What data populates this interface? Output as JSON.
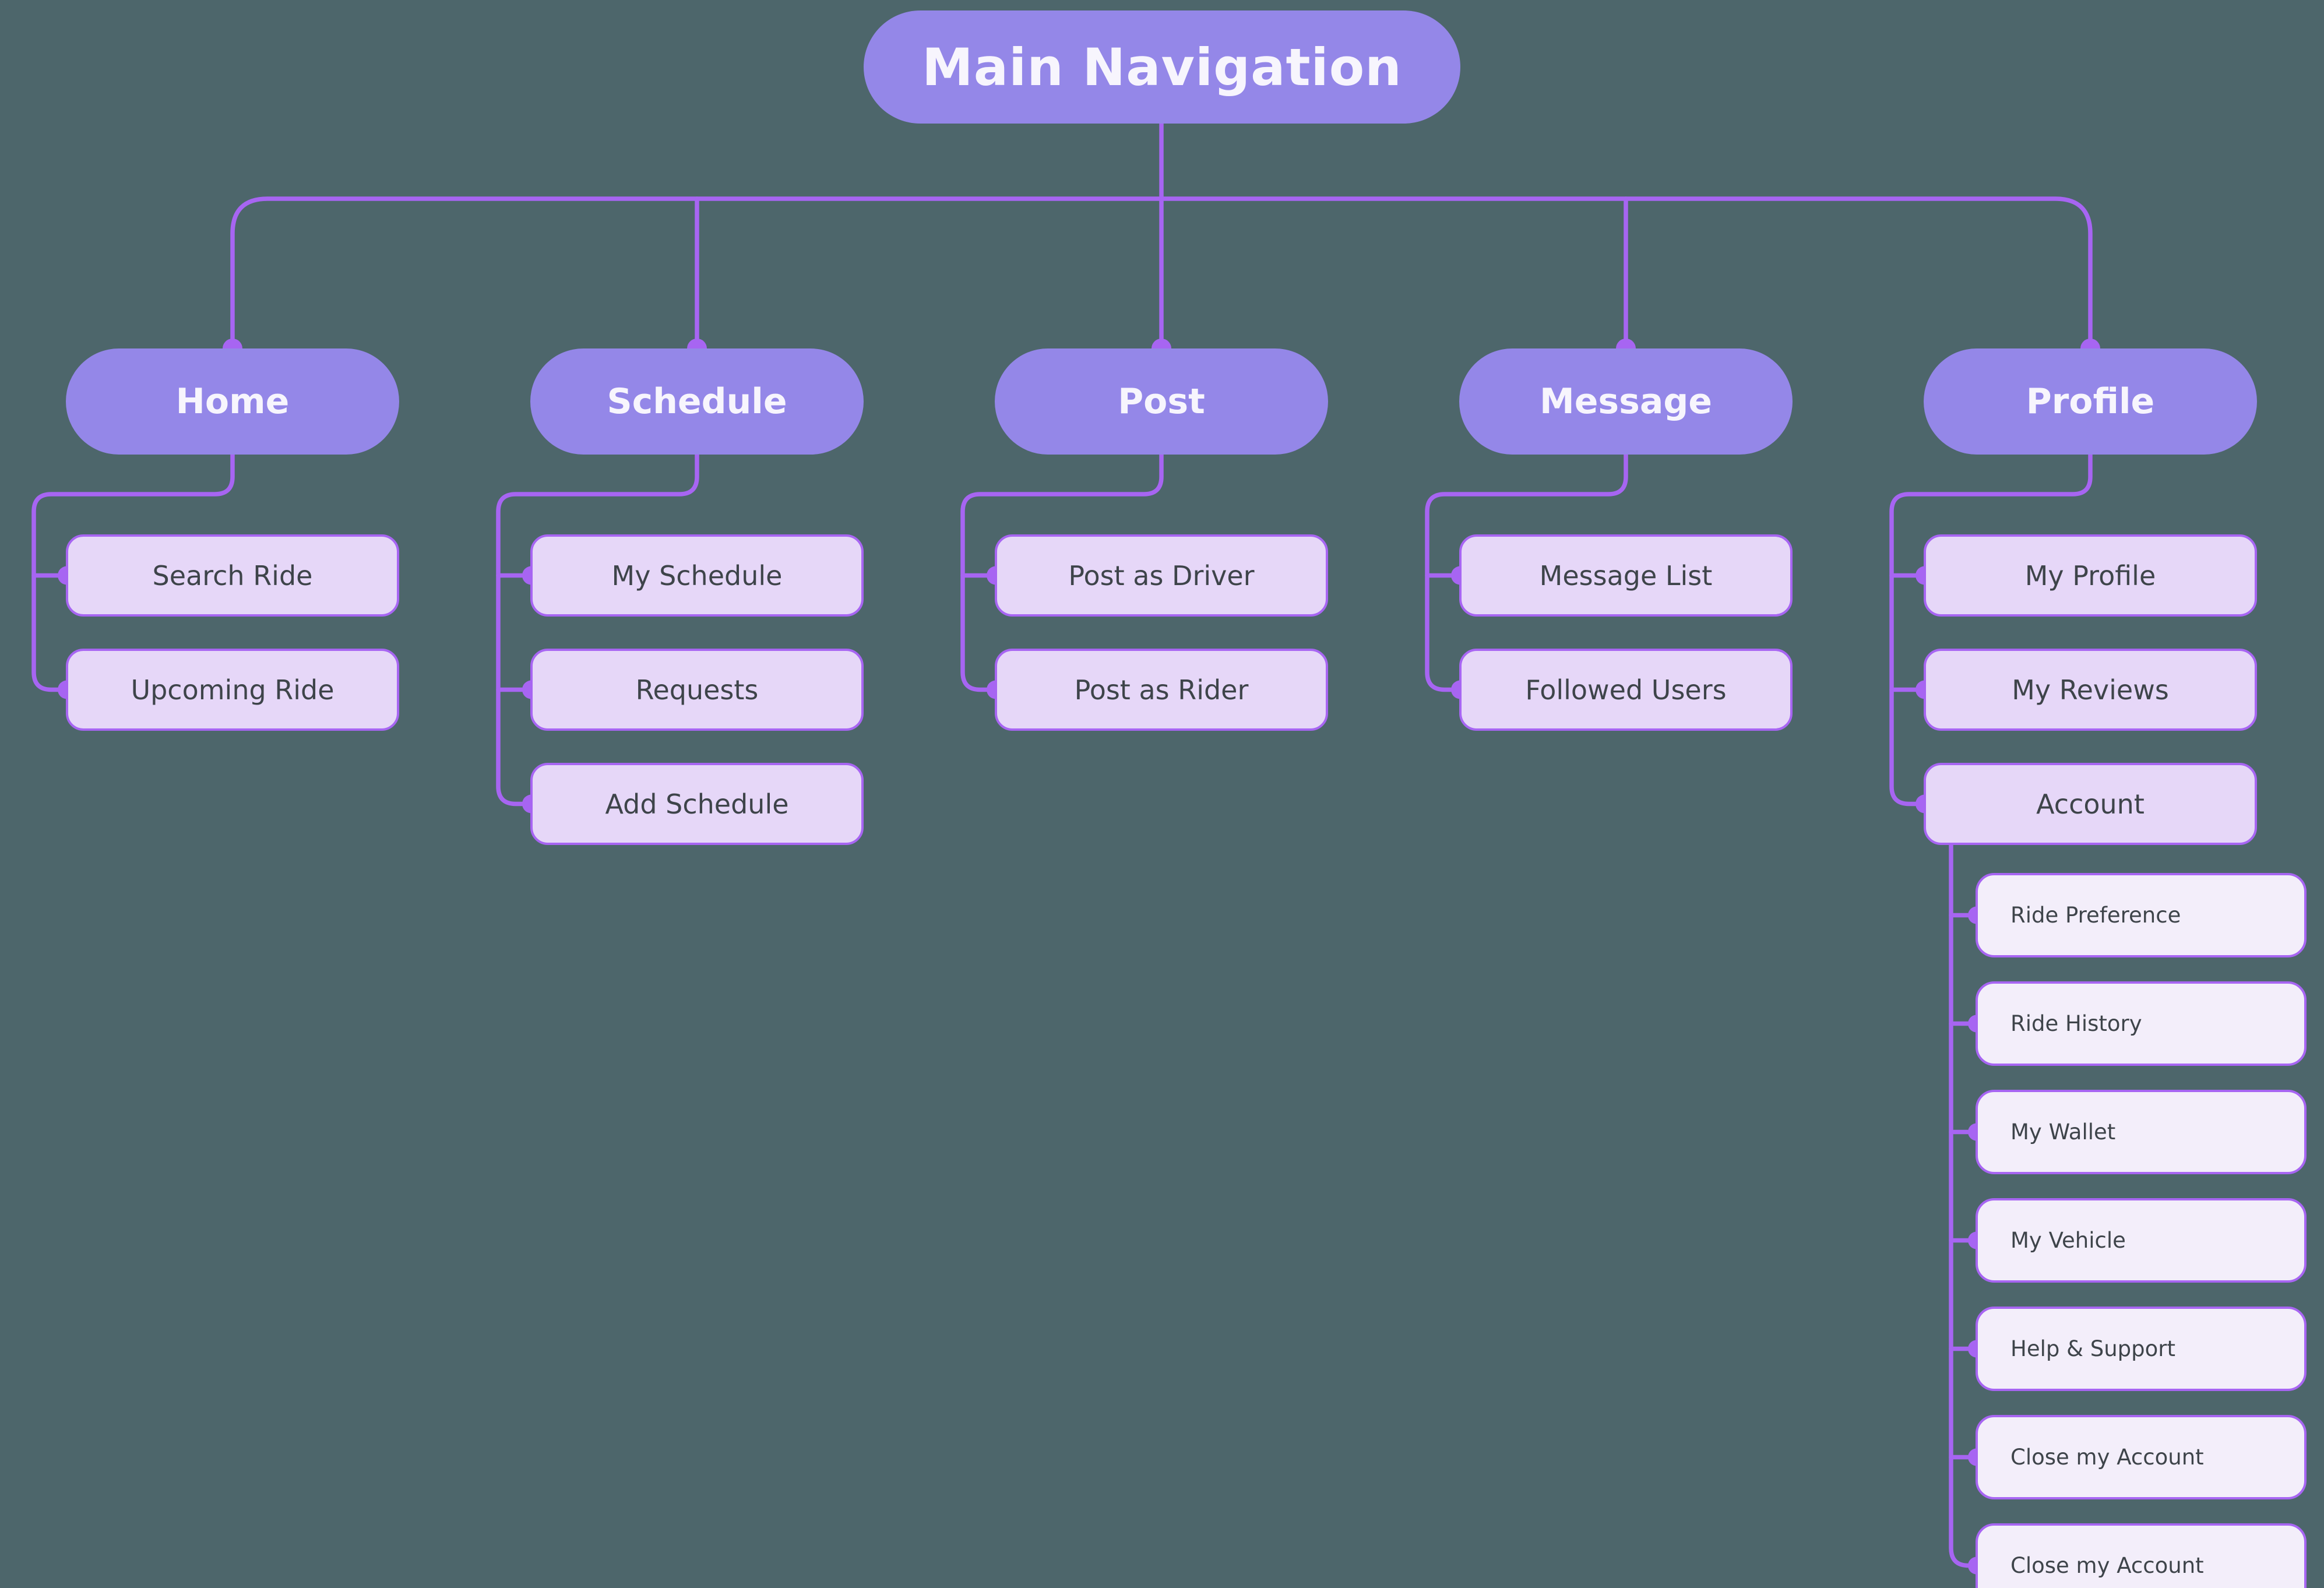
{
  "diagram": {
    "root": {
      "label": "Main Navigation"
    },
    "branches": [
      {
        "label": "Home",
        "children": [
          {
            "label": "Search Ride"
          },
          {
            "label": "Upcoming Ride"
          }
        ]
      },
      {
        "label": "Schedule",
        "children": [
          {
            "label": "My Schedule"
          },
          {
            "label": "Requests"
          },
          {
            "label": "Add Schedule"
          }
        ]
      },
      {
        "label": "Post",
        "children": [
          {
            "label": "Post as Driver"
          },
          {
            "label": "Post as Rider"
          }
        ]
      },
      {
        "label": "Message",
        "children": [
          {
            "label": "Message List"
          },
          {
            "label": "Followed Users"
          }
        ]
      },
      {
        "label": "Profile",
        "children": [
          {
            "label": "My Profile"
          },
          {
            "label": "My Reviews"
          },
          {
            "label": "Account",
            "children": [
              {
                "label": "Ride Preference"
              },
              {
                "label": "Ride History"
              },
              {
                "label": "My Wallet"
              },
              {
                "label": "My Vehicle"
              },
              {
                "label": "Help & Support"
              },
              {
                "label": "Close my Account"
              },
              {
                "label": "Close my Account"
              }
            ]
          }
        ]
      }
    ],
    "colors": {
      "background": "#4D666B",
      "node_fill": "#9487E8",
      "node_text": "#F7F5FD",
      "connector": "#A765F2",
      "level2_fill": "#E6D7F8",
      "level3_fill": "#F3EEFA",
      "item_text": "#3E444A"
    }
  }
}
